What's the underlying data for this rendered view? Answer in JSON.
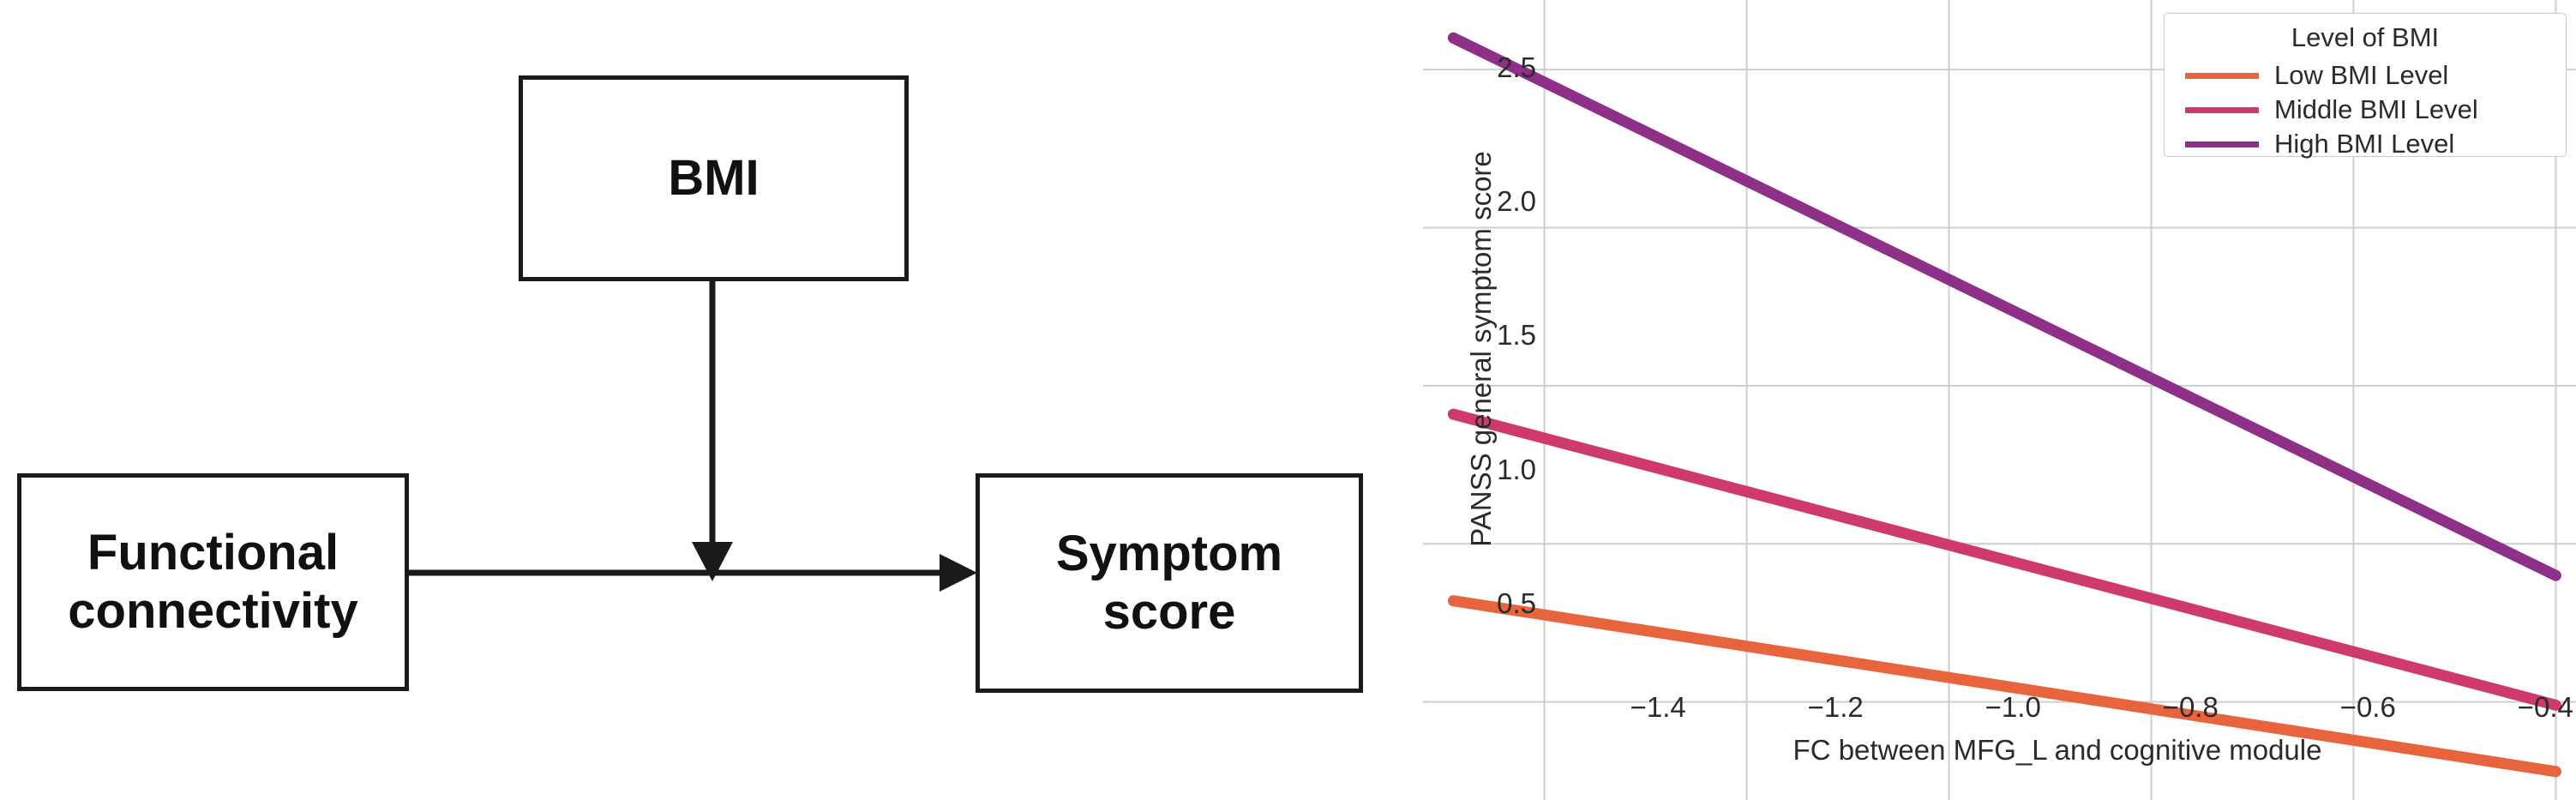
{
  "diagram": {
    "nodes": [
      {
        "id": "bmi",
        "label": "BMI"
      },
      {
        "id": "fc",
        "label": "Functional\nconnectivity"
      },
      {
        "id": "ss",
        "label": "Symptom\nscore"
      }
    ],
    "edges": [
      {
        "from": "bmi",
        "to": "fc-ss-path",
        "type": "moderation-arrow"
      },
      {
        "from": "fc",
        "to": "ss",
        "type": "direct-arrow"
      }
    ]
  },
  "chart_data": {
    "type": "line",
    "title": "",
    "xlabel": "FC between MFG_L and cognitive module",
    "ylabel": "PANSS general symptom score",
    "xticks": [
      "−1.4",
      "−1.2",
      "−1.0",
      "−0.8",
      "−0.6",
      "−0.4"
    ],
    "xtick_values": [
      -1.4,
      -1.2,
      -1.0,
      -0.8,
      -0.6,
      -0.4
    ],
    "yticks": [
      "0.5",
      "1.0",
      "1.5",
      "2.0",
      "2.5"
    ],
    "ytick_values": [
      0.5,
      1.0,
      1.5,
      2.0,
      2.5
    ],
    "xlim": [
      -1.52,
      -0.38
    ],
    "ylim": [
      0.19,
      2.72
    ],
    "grid": true,
    "legend": {
      "position": "top-right",
      "title": "Level of BMI",
      "entries": [
        "Low BMI Level",
        "Middle BMI Level",
        "High BMI Level"
      ]
    },
    "x": [
      -1.49,
      -0.4
    ],
    "series": [
      {
        "name": "Low BMI Level",
        "color": "#E8643C",
        "values": [
          0.82,
          0.28
        ]
      },
      {
        "name": "Middle BMI Level",
        "color": "#CE3A6A",
        "values": [
          1.41,
          0.49
        ]
      },
      {
        "name": "High BMI Level",
        "color": "#8E2F88",
        "values": [
          2.6,
          0.9
        ]
      }
    ]
  }
}
